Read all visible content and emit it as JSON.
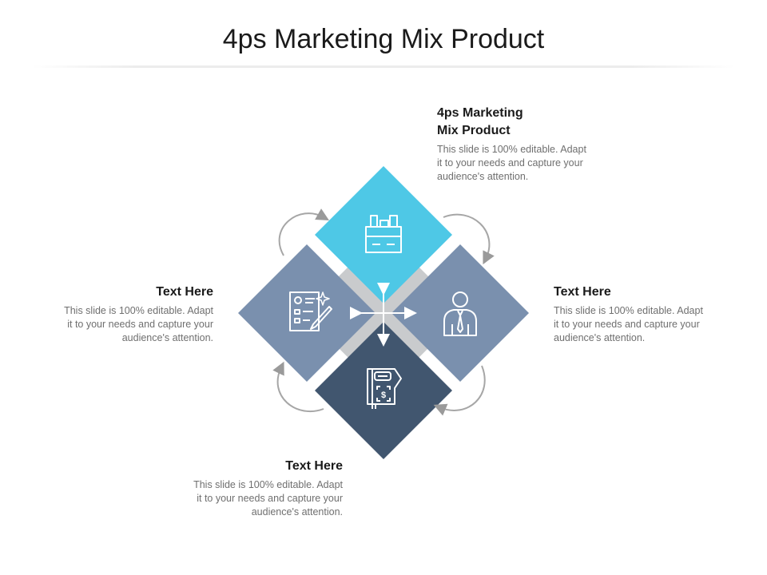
{
  "title": "4ps Marketing Mix Product",
  "colors": {
    "top": "#4ec8e6",
    "right": "#7a90ae",
    "left": "#7a90ae",
    "bottom": "#41566f",
    "connector": "#c9cbcd",
    "arrow": "#9a9a9a"
  },
  "items": {
    "top": {
      "heading_line1": "4ps Marketing",
      "heading_line2": "Mix Product",
      "body_lines": [
        "This slide is 100% editable. Adapt",
        "it to your needs and capture your",
        "audience's attention."
      ],
      "icon": "toolbox-icon"
    },
    "right": {
      "heading": "Text Here",
      "body_lines": [
        "This slide is 100% editable. Adapt",
        "it to your needs and capture your",
        "audience's attention."
      ],
      "icon": "businessman-icon"
    },
    "left": {
      "heading": "Text Here",
      "body_lines": [
        "This slide is 100% editable. Adapt",
        "it to your needs and capture your",
        "audience's attention."
      ],
      "icon": "checklist-icon"
    },
    "bottom": {
      "heading": "Text Here",
      "body_lines": [
        "This slide is 100% editable. Adapt",
        "it to your needs and capture your",
        "audience's attention."
      ],
      "icon": "price-tag-icon"
    }
  }
}
